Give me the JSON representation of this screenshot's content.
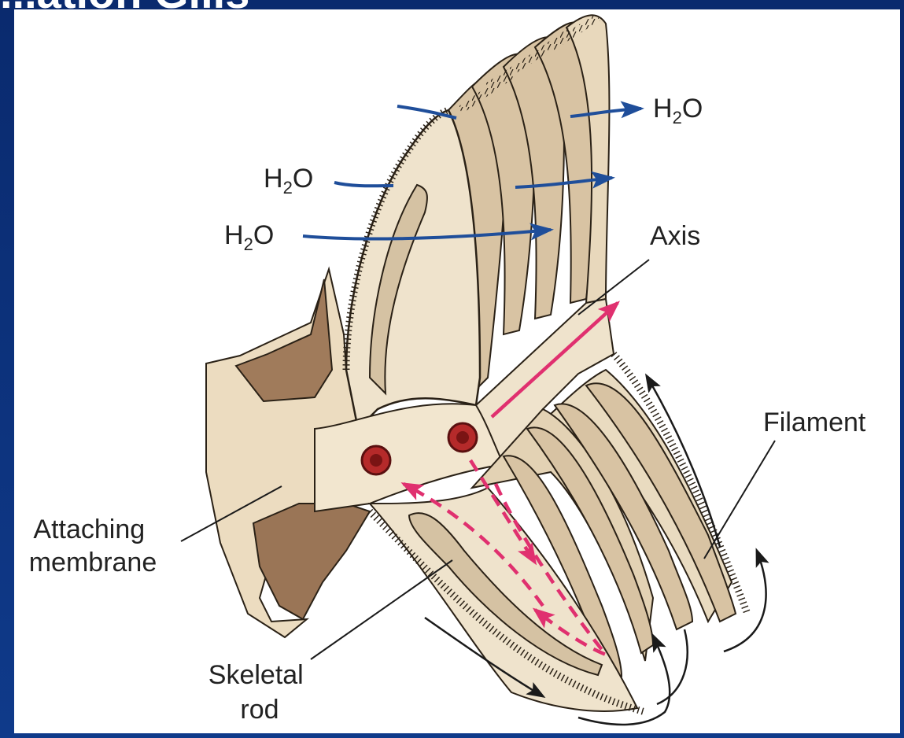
{
  "slide": {
    "title_fragment": "...ation Gills",
    "background_color": "#0a2a6e",
    "figure_background": "#ffffff"
  },
  "labels": {
    "h2o_top_right": "H2O",
    "h2o_mid": "H2O",
    "h2o_left": "H2O",
    "axis": "Axis",
    "filament": "Filament",
    "attaching_membrane": "Attaching membrane",
    "skeletal_rod": "Skeletal rod"
  },
  "colors": {
    "tissue": "#efe3cc",
    "tissue_dark": "#a07b5b",
    "outline": "#2a2116",
    "water_arrow": "#1f4e9a",
    "blood_flow": "#e0306f",
    "vessel": "#b52a2a",
    "cilia": "#2a2116"
  }
}
